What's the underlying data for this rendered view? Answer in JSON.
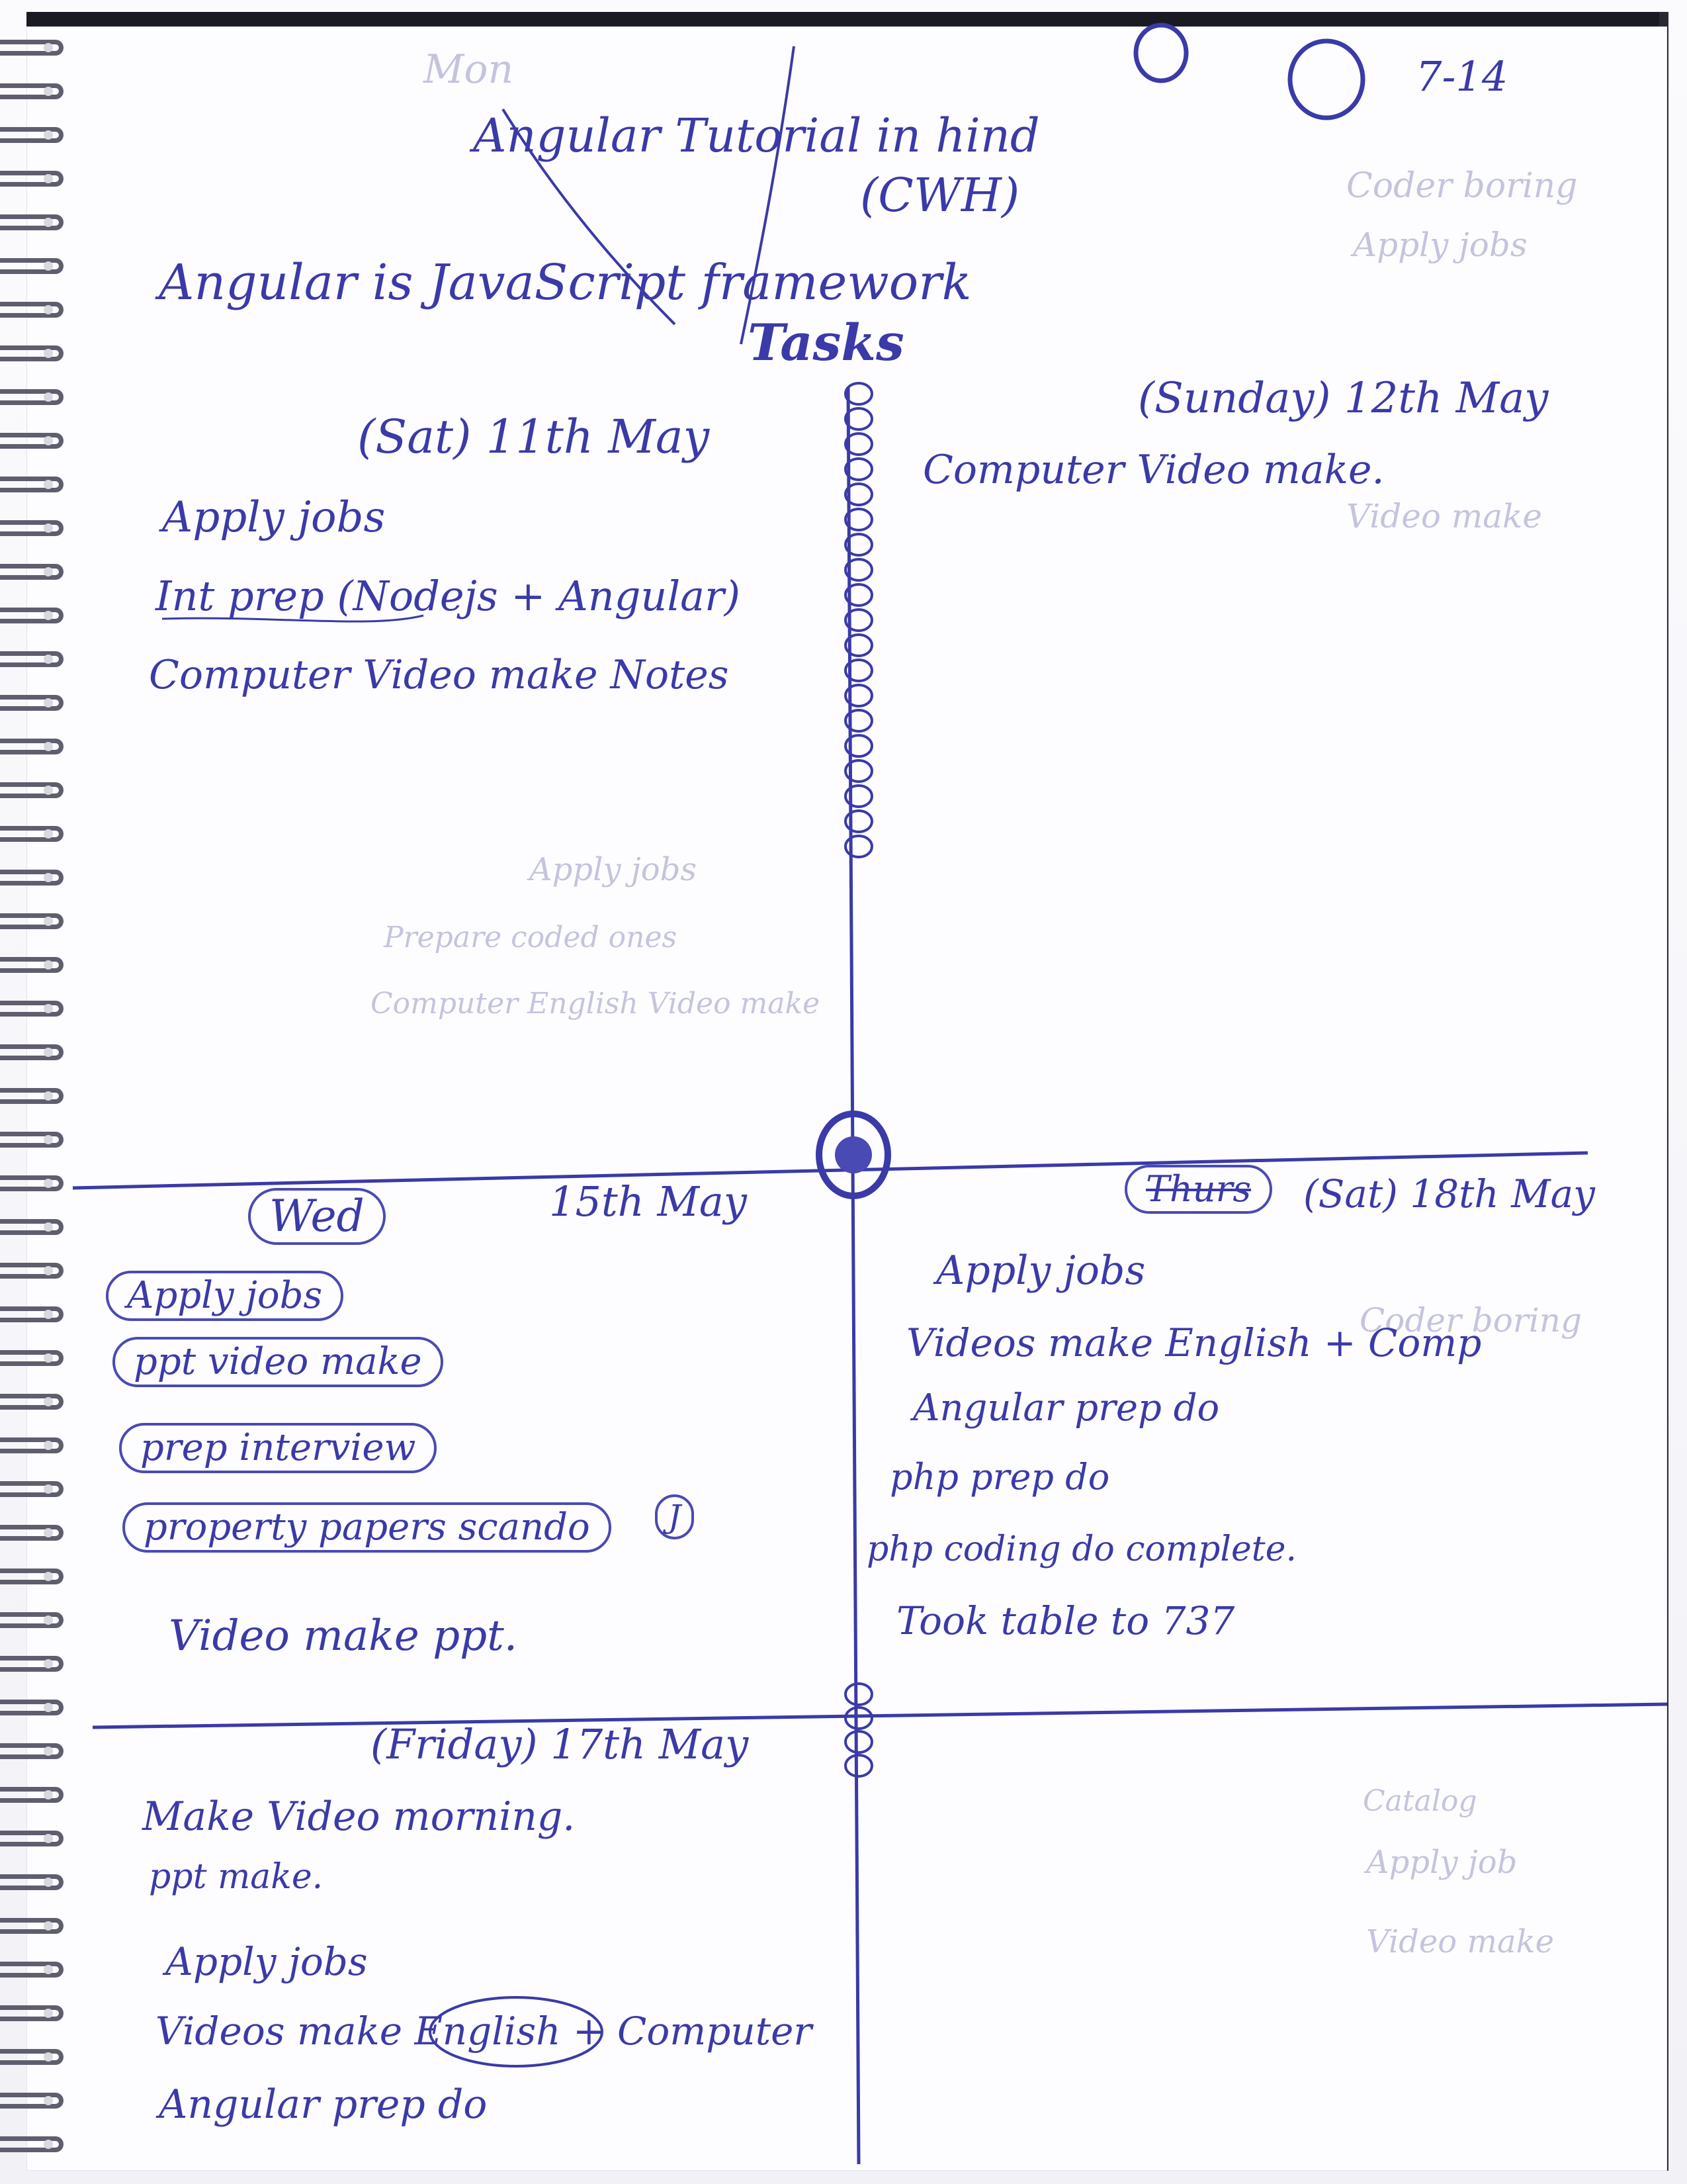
{
  "header": {
    "page_number": "7-14",
    "title": "Angular Tutorial in hind",
    "cwh": "(CWH)",
    "definition": "Angular is JavaScript framework",
    "tasks_heading": "Tasks"
  },
  "sat_11": {
    "label": "(Sat) 11th May",
    "items": [
      "Apply jobs",
      "Int prep (Nodejs + Angular)",
      "Computer Video make Notes"
    ]
  },
  "sun_12": {
    "label": "(Sunday) 12th May",
    "items": [
      "Computer Video make."
    ]
  },
  "wed_15": {
    "day": "Wed",
    "date": "15th May",
    "items": [
      "Apply jobs",
      "ppt video make",
      "prep interview",
      "property papers scando",
      "Video make ppt."
    ],
    "marker": "J"
  },
  "sat_18": {
    "struck_day": "Thurs",
    "label": "(Sat) 18th May",
    "items": [
      "Apply jobs",
      "Videos make English + Comp",
      "Angular prep do",
      "php prep do",
      "php coding do complete.",
      "Took table to 737"
    ]
  },
  "fri_17": {
    "label": "(Friday) 17th May",
    "items": [
      "Make Video morning.",
      "ppt make.",
      "Apply jobs",
      "Videos make English + Computer",
      "Angular prep do"
    ],
    "circled_word": "English"
  },
  "bleed_through": {
    "top_left": "Mon",
    "top_right": "Coder boring",
    "right_col": [
      "Apply jobs",
      "Video make",
      "Coder boring"
    ],
    "mid": [
      "Apply jobs",
      "Prepare coded ones",
      "Computer English Video make"
    ],
    "bottom_right": [
      "Apply job",
      "Video make",
      "Catalog"
    ]
  },
  "colors": {
    "ink": "#3a3aa8",
    "faint": "#c4c4de",
    "paper": "#fdfdff",
    "coil": "#5e5e6e"
  }
}
